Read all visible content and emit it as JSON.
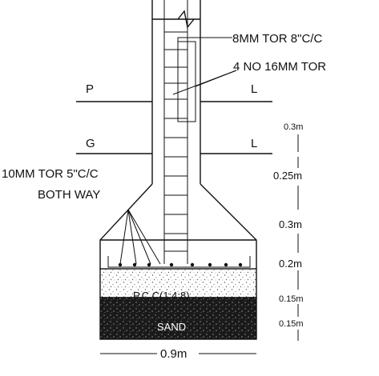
{
  "labels": {
    "tie_bars": "8MM TOR 8\"C/C",
    "main_bars": "4 NO 16MM TOR",
    "plinth_left": "P",
    "plinth_right": "L",
    "ground_left": "G",
    "ground_right": "L",
    "base_bars_line1": "10MM TOR 5\"C/C",
    "base_bars_line2": "BOTH  WAY",
    "pcc": "P.C.C(1:4:8)",
    "sand": "SAND",
    "width": "0.9m"
  },
  "dimensions": [
    "0.3m",
    "0.25m",
    "0.3m",
    "0.2m",
    "0.15m",
    "0.15m"
  ]
}
